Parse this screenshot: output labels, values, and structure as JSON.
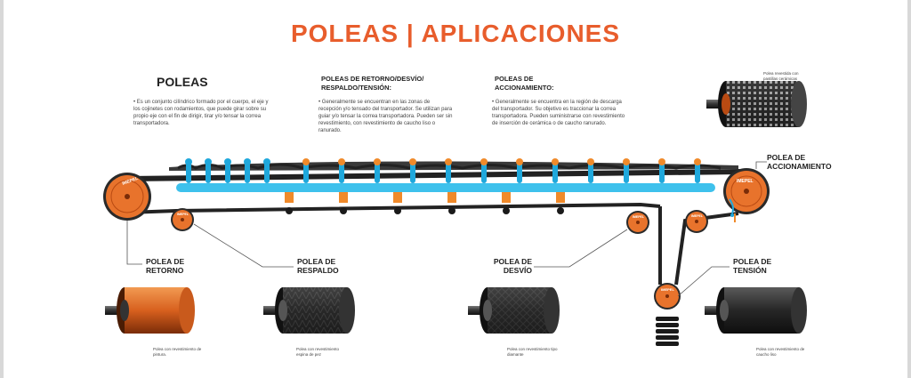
{
  "title": "POLEAS | APLICACIONES",
  "intro": {
    "heading": "POLEAS",
    "bullet": "•",
    "text": "Es un conjunto cilíndrico formado por el cuerpo, el eje y los cojinetes con rodamientos, que puede girar sobre su propio eje con el fin de dirigir, tirar y/o tensar la correa transportadora."
  },
  "retorno_info": {
    "heading": "POLEAS DE RETORNO/DESVÍO/\nRESPALDO/TENSIÓN:",
    "bullet": "•",
    "text": "Generalmente se encuentran en las zonas de recepción y/o tensado del transportador. Se utilizan para guiar y/o tensar la correa transportadora. Pueden ser sin revestimiento, con revestimiento de caucho liso o ranurado."
  },
  "accion_info": {
    "heading": "POLEAS DE\nACCIONAMIENTO:",
    "bullet": "•",
    "text": "Generalmente se encuentra en la región de descarga del transportador. Su objetivo es traccionar la correa transportadora. Pueden suministrarse con revestimiento de inserción de cerámica o de caucho ranurado."
  },
  "top_right_caption": "Polea revestida con pastillas cerámicas",
  "pulley_brand": "IMEPEL",
  "labels": {
    "accionamiento_line1": "POLEA DE",
    "accionamiento_line2": "ACCIONAMIENTO",
    "retorno_line1": "POLEA DE",
    "retorno_line2": "RETORNO",
    "respaldo_line1": "POLEA DE",
    "respaldo_line2": "RESPALDO",
    "desvio_line1": "POLEA DE",
    "desvio_line2": "DESVÍO",
    "tension_line1": "POLEA DE",
    "tension_line2": "TENSIÓN"
  },
  "captions": {
    "retorno": "Polea con revestimiento de pintura.",
    "respaldo": "Polea con revestimiento espina de pez",
    "desvio": "Polea con revestimiento tipo diamante",
    "tension": "Polea con revestimiento de caucho liso"
  },
  "colors": {
    "title": "#e85d2c",
    "pulley_orange": "#e8732c",
    "pulley_dark": "#b84a12",
    "belt": "#2a2a2a",
    "frame_blue": "#3ec1ec",
    "idler_blue": "#1fa8dc",
    "idler_orange": "#f08a2a"
  }
}
